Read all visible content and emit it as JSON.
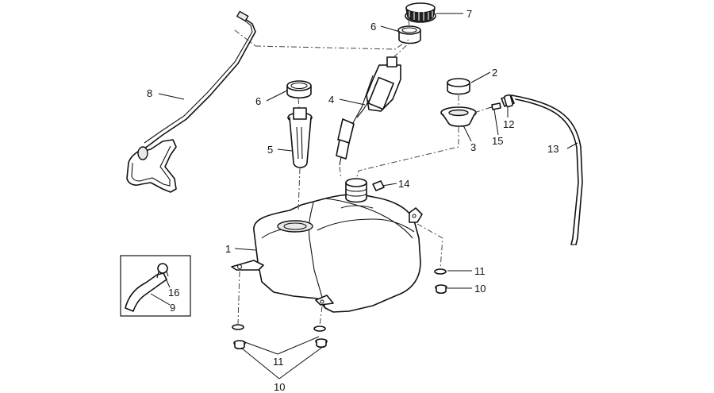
{
  "diagram": {
    "callouts": {
      "c1": "1",
      "c2": "2",
      "c3": "3",
      "c4": "4",
      "c5": "5",
      "c6a": "6",
      "c6b": "6",
      "c7": "7",
      "c8": "8",
      "c9": "9",
      "c10a": "10",
      "c10b": "10",
      "c11a": "11",
      "c11b": "11",
      "c12": "12",
      "c13": "13",
      "c14": "14",
      "c15": "15",
      "c16": "16"
    }
  }
}
